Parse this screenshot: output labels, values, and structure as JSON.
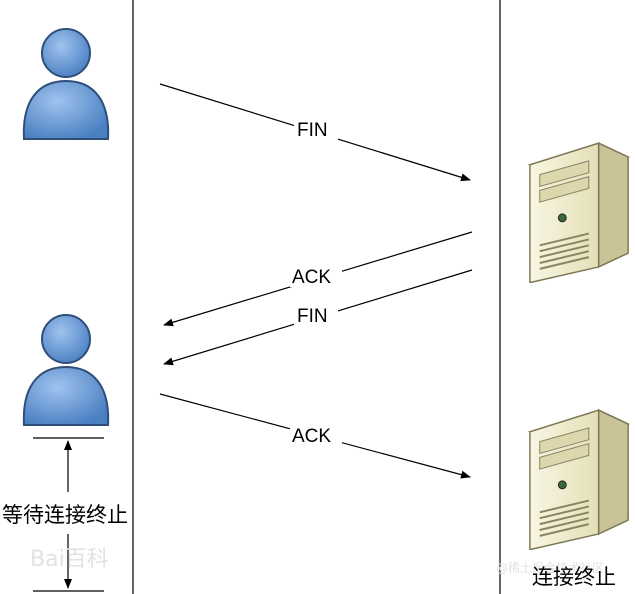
{
  "messages": {
    "fin_1": "FIN",
    "ack_1": "ACK",
    "fin_2": "FIN",
    "ack_2": "ACK"
  },
  "client_state_label": "等待连接终止",
  "server_state_label": "连接终止",
  "watermarks": {
    "baidu": "Bai百科",
    "juejin": "@稀土掘金技术社区"
  },
  "colors": {
    "user_icon_fill": "#5b8ccc",
    "user_icon_stroke": "#2f4f7a",
    "server_body": "#efeccb",
    "server_side": "#d6d1a6",
    "line": "#000000"
  },
  "icons": {
    "client": "user-icon",
    "server": "server-icon"
  }
}
